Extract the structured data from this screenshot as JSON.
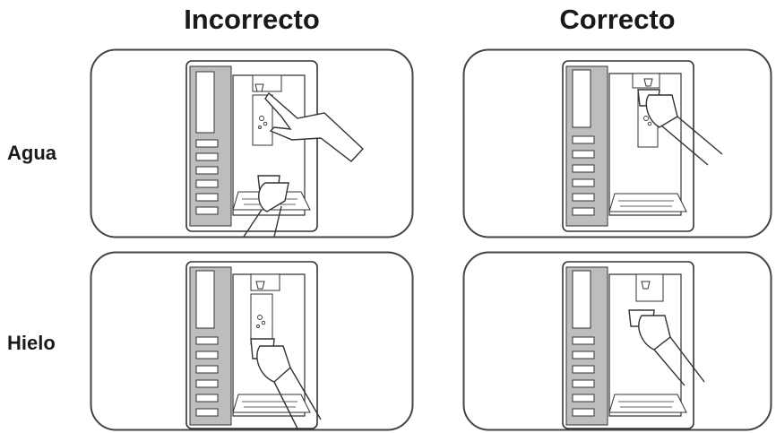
{
  "columns": {
    "incorrect": "Incorrecto",
    "correct": "Correcto"
  },
  "rows": {
    "water": "Agua",
    "ice": "Hielo"
  },
  "panels": [
    {
      "row": "water",
      "column": "incorrect",
      "action": "finger-press-button",
      "icon": "water-glass-icon"
    },
    {
      "row": "water",
      "column": "correct",
      "action": "cup-press-lever",
      "icon": "water-glass-icon"
    },
    {
      "row": "ice",
      "column": "incorrect",
      "action": "cup-below-lever",
      "icon": "ice-cube-icon"
    },
    {
      "row": "ice",
      "column": "correct",
      "action": "cup-press-lever",
      "icon": "ice-cube-icon"
    }
  ],
  "colors": {
    "line": "#333333",
    "control_panel": "#bdbdbd",
    "panel_border": "#444444"
  }
}
